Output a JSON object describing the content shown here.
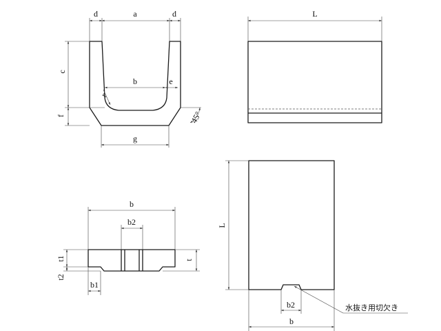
{
  "labels": {
    "d": "d",
    "a": "a",
    "b": "b",
    "c": "c",
    "e": "e",
    "f": "f",
    "g": "g",
    "r": "r",
    "L": "L",
    "angle": "45°",
    "b2": "b2",
    "t1": "t1",
    "t2": "t2",
    "t": "t",
    "b1": "b1"
  },
  "note": "水抜き用切欠き",
  "colors": {
    "line": "#1a1a1a",
    "dim": "#444444"
  }
}
